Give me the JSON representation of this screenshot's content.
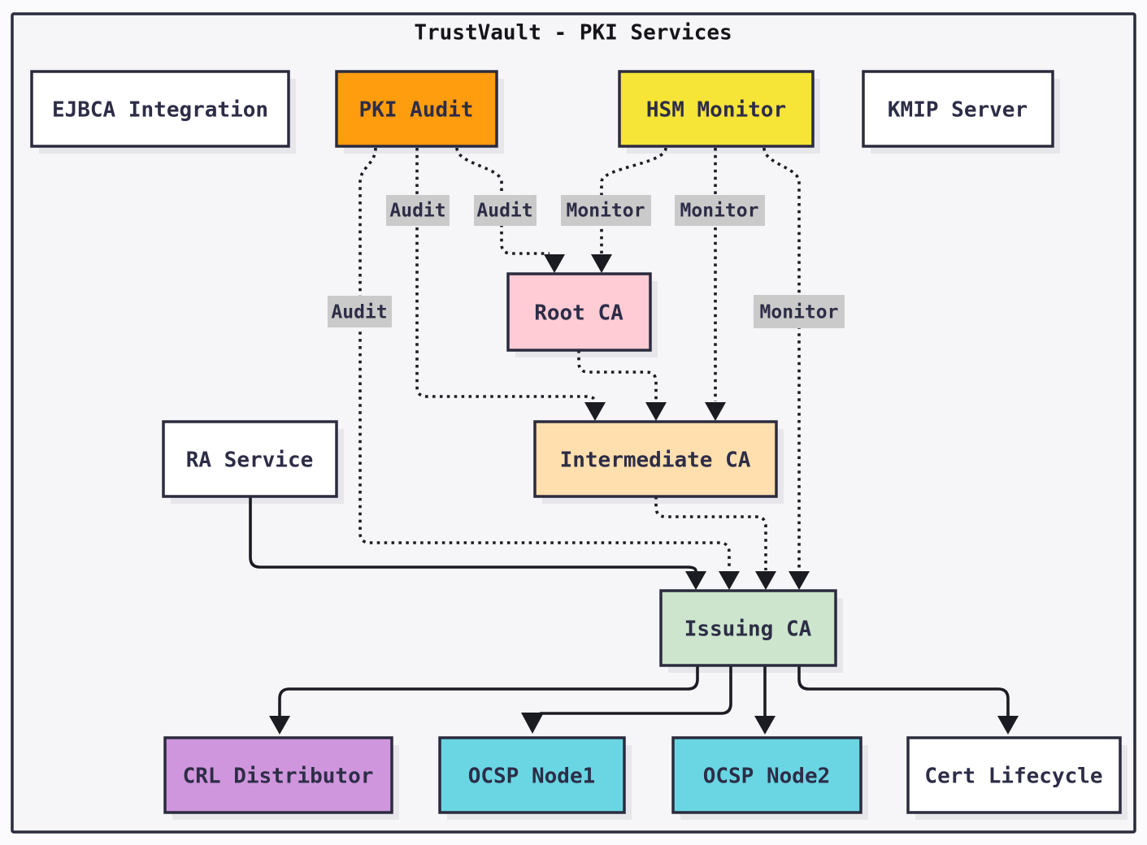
{
  "title": "TrustVault - PKI Services",
  "diagram": {
    "nodes": {
      "ejbca": {
        "label": "EJBCA Integration",
        "fill": "#ffffff"
      },
      "pki_audit": {
        "label": "PKI Audit",
        "fill": "#ff9d0f"
      },
      "hsm_monitor": {
        "label": "HSM Monitor",
        "fill": "#f6e437"
      },
      "kmip_server": {
        "label": "KMIP Server",
        "fill": "#ffffff"
      },
      "root_ca": {
        "label": "Root CA",
        "fill": "#ffccd5"
      },
      "ra_service": {
        "label": "RA Service",
        "fill": "#ffffff"
      },
      "intermediate_ca": {
        "label": "Intermediate CA",
        "fill": "#ffdfae"
      },
      "issuing_ca": {
        "label": "Issuing CA",
        "fill": "#cce5cc"
      },
      "crl_distributor": {
        "label": "CRL Distributor",
        "fill": "#d096dd"
      },
      "ocsp_node1": {
        "label": "OCSP Node1",
        "fill": "#6ad6e3"
      },
      "ocsp_node2": {
        "label": "OCSP Node2",
        "fill": "#6ad6e3"
      },
      "cert_lifecycle": {
        "label": "Cert Lifecycle",
        "fill": "#ffffff"
      }
    },
    "edges": [
      {
        "from": "PKI Audit",
        "to": "Issuing CA",
        "label": "Audit",
        "style": "dotted"
      },
      {
        "from": "PKI Audit",
        "to": "Intermediate CA",
        "label": "Audit",
        "style": "dotted"
      },
      {
        "from": "PKI Audit",
        "to": "Root CA",
        "label": "Audit",
        "style": "dotted"
      },
      {
        "from": "HSM Monitor",
        "to": "Root CA",
        "label": "Monitor",
        "style": "dotted"
      },
      {
        "from": "HSM Monitor",
        "to": "Intermediate CA",
        "label": "Monitor",
        "style": "dotted"
      },
      {
        "from": "HSM Monitor",
        "to": "Issuing CA",
        "label": "Monitor",
        "style": "dotted"
      },
      {
        "from": "Root CA",
        "to": "Intermediate CA",
        "label": "",
        "style": "dotted"
      },
      {
        "from": "Intermediate CA",
        "to": "Issuing CA",
        "label": "",
        "style": "dotted"
      },
      {
        "from": "RA Service",
        "to": "Issuing CA",
        "label": "",
        "style": "solid"
      },
      {
        "from": "Issuing CA",
        "to": "CRL Distributor",
        "label": "",
        "style": "solid"
      },
      {
        "from": "Issuing CA",
        "to": "OCSP Node1",
        "label": "",
        "style": "solid"
      },
      {
        "from": "Issuing CA",
        "to": "OCSP Node2",
        "label": "",
        "style": "solid"
      },
      {
        "from": "Issuing CA",
        "to": "Cert Lifecycle",
        "label": "",
        "style": "solid"
      }
    ],
    "colors": {
      "background": "#fbfbfd",
      "frame_fill": "#f6f6f9",
      "frame_border": "#2b2b3e",
      "node_border": "#2b2b3e",
      "node_text": "#2d2d47",
      "title_text": "#141419",
      "edge_line": "#1b1b22",
      "edge_label_bg": "#cacaca",
      "node_shadow": "#e7e7eb"
    }
  }
}
